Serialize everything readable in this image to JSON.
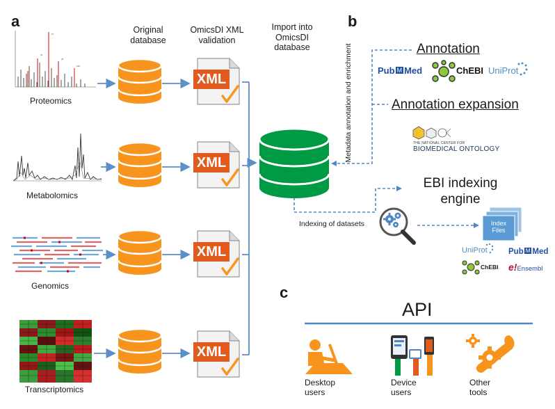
{
  "panels": {
    "a": "a",
    "b": "b",
    "c": "c"
  },
  "columns": {
    "original": "Original\ndatabase",
    "validation": "OmicsDI XML\nvalidation",
    "import": "Import into\nOmicsDI\ndatabase"
  },
  "rows": [
    {
      "label": "Proteomics"
    },
    {
      "label": "Metabolomics"
    },
    {
      "label": "Genomics"
    },
    {
      "label": "Transcriptomics"
    }
  ],
  "xml_text": "XML",
  "annotation": {
    "side_label": "Metadata annotation and enrichment",
    "title": "Annotation",
    "logos": {
      "pubmed_a": "Pub",
      "pubmed_b": "Med",
      "chebi": "ChEBI",
      "uniprot": "UniProt"
    },
    "expansion_title": "Annotation expansion",
    "ncbo_small": "THE NATIONAL CENTER FOR",
    "ncbo_big": "BIOMEDICAL ONTOLOGY"
  },
  "indexing": {
    "label": "Indexing of datasets",
    "engine_title": "EBI indexing\nengine",
    "files_label": "Index\nFiles",
    "logos": {
      "uniprot": "UniProt",
      "pubmed_a": "Pub",
      "pubmed_b": "Med",
      "chebi": "ChEBI",
      "ensembl": "Ensembl"
    }
  },
  "api": {
    "title": "API",
    "clients": [
      {
        "label": "Desktop\nusers"
      },
      {
        "label": "Device\nusers"
      },
      {
        "label": "Other\ntools"
      }
    ]
  },
  "colors": {
    "orange": "#f7941d",
    "green": "#009a44",
    "arrow": "#5b8fc7",
    "dashed": "#4f86c6",
    "xml_red": "#e15a1e",
    "check": "#f7941d",
    "pubmed_blue": "#1f4e9c",
    "chebi_green": "#8dc63f"
  }
}
